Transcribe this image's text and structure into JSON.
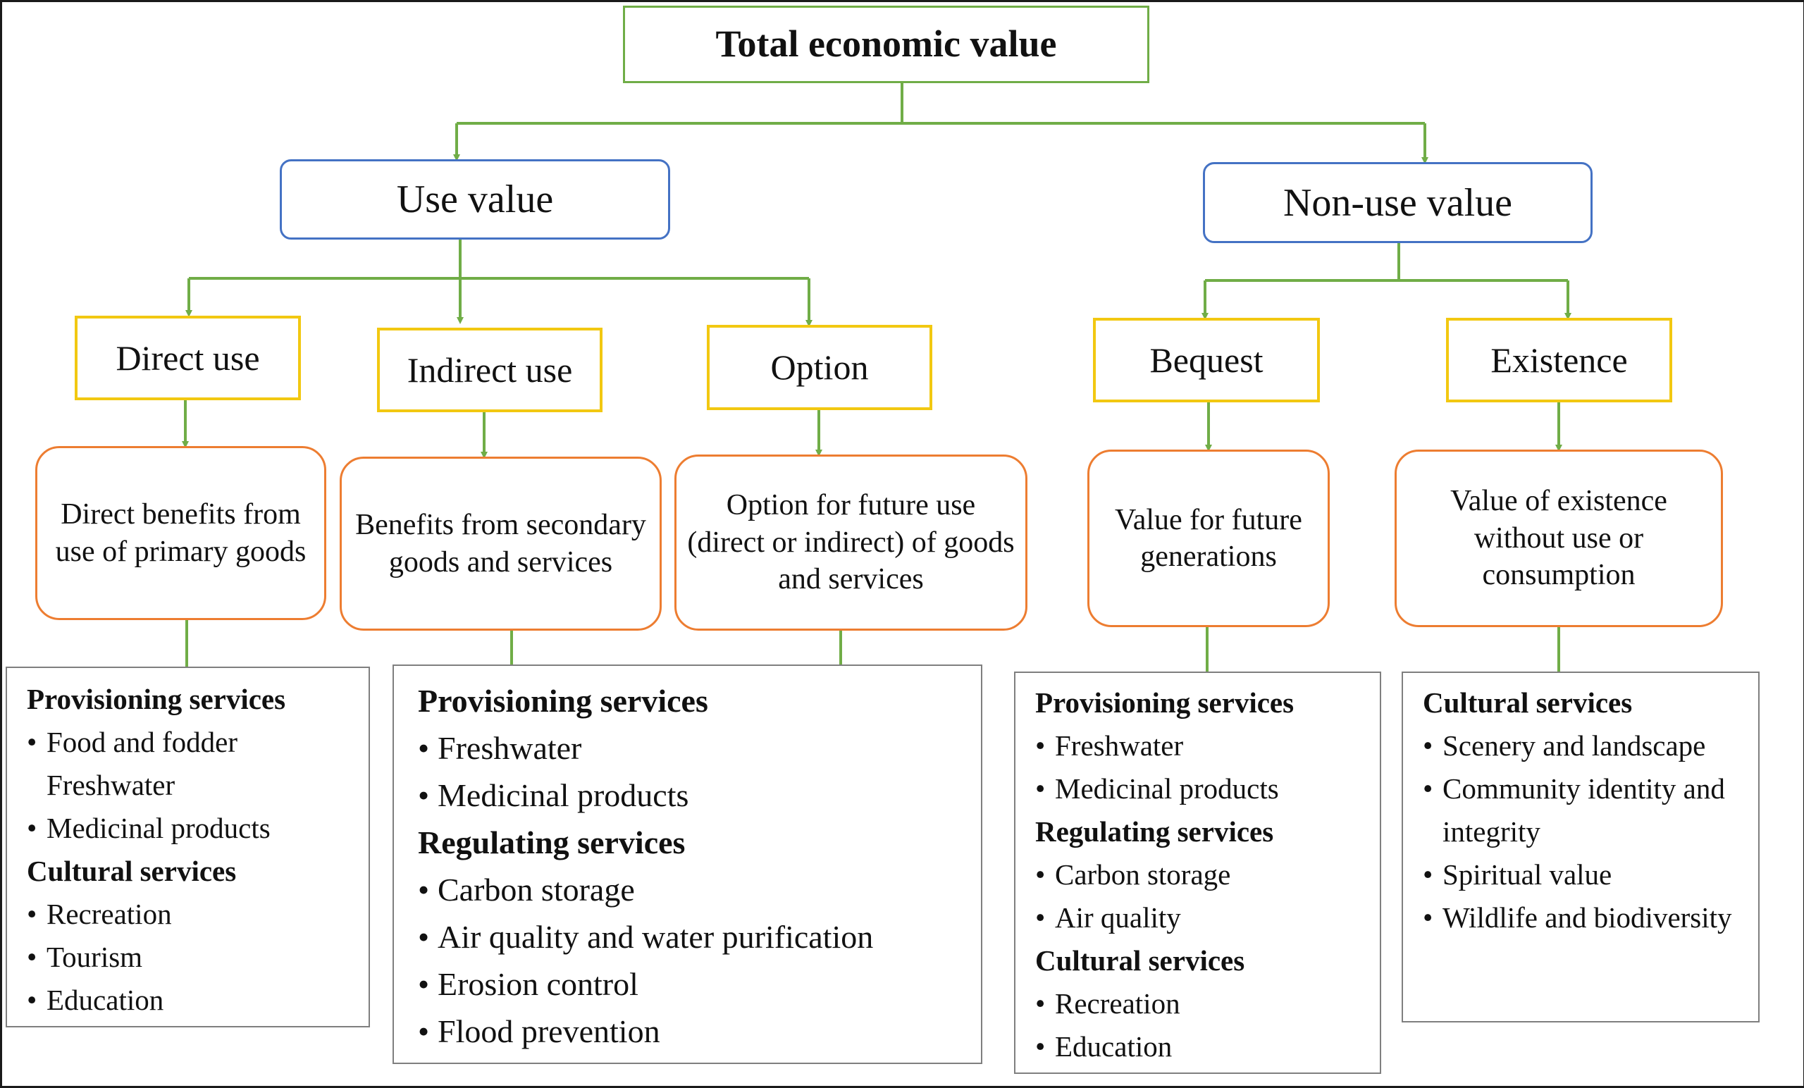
{
  "root": "Total economic value",
  "use_value": "Use value",
  "non_use_value": "Non-use value",
  "direct_use": "Direct use",
  "indirect_use": "Indirect use",
  "option": "Option",
  "bequest": "Bequest",
  "existence": "Existence",
  "desc_direct": "Direct benefits from use of primary goods",
  "desc_indirect": "Benefits from secondary goods and services",
  "desc_option": "Option for future use (direct or indirect) of goods and services",
  "desc_bequest": "Value for future generations",
  "desc_existence": "Value of existence without use or consumption",
  "list_direct": {
    "h1": "Provisioning services",
    "i1": "Food and fodder",
    "i1b": "Freshwater",
    "i2": "Medicinal products",
    "h2": "Cultural services",
    "i3": "Recreation",
    "i4": "Tourism",
    "i5": "Education"
  },
  "list_indirect": {
    "h1": "Provisioning services",
    "i1": "Freshwater",
    "i2": "Medicinal products",
    "h2": "Regulating services",
    "i3": "Carbon storage",
    "i4": "Air quality and water purification",
    "i5": "Erosion control",
    "i6": "Flood prevention"
  },
  "list_bequest": {
    "h1": "Provisioning services",
    "i1": "Freshwater",
    "i2": "Medicinal products",
    "h2": "Regulating services",
    "i3": "Carbon storage",
    "i4": "Air quality",
    "h3": "Cultural services",
    "i5": "Recreation",
    "i6": "Education"
  },
  "list_existence": {
    "h1": "Cultural services",
    "i1": "Scenery and landscape",
    "i2": "Community identity and integrity",
    "i3": "Spiritual value",
    "i4": "Wildlife and biodiversity"
  },
  "colors": {
    "root_border": "#70ad47",
    "level1_border": "#4472c4",
    "level2_border": "#f2c811",
    "desc_border": "#ed7d31",
    "list_border": "#7f7f7f",
    "connector": "#70ad47"
  }
}
